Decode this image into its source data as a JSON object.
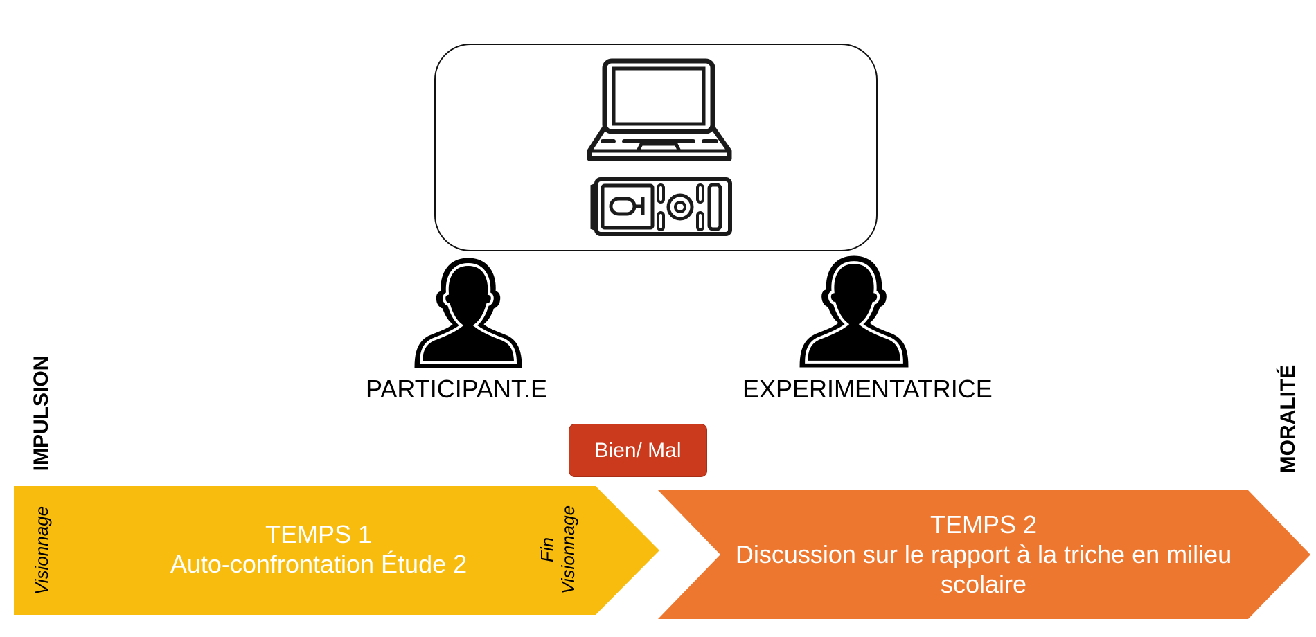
{
  "participants": {
    "left_label": "PARTICIPANT.E",
    "right_label": "EXPERIMENTATRICE"
  },
  "side_labels": {
    "left": "IMPULSION",
    "right": "MORALITÉ"
  },
  "badge": {
    "label": "Bien/ Mal",
    "color": "#cc3a1d"
  },
  "stage1": {
    "title": "TEMPS 1",
    "subtitle": "Auto-confrontation Étude 2",
    "start_label": "Visionnage",
    "end_label_line1": "Fin",
    "end_label_line2": "Visionnage",
    "color": "#f8bc0f"
  },
  "stage2": {
    "title": "TEMPS 2",
    "subtitle_line1": "Discussion sur le rapport à la triche en milieu",
    "subtitle_line2": "scolaire",
    "color": "#ee7730"
  },
  "icons": [
    "laptop-icon",
    "voice-recorder-icon",
    "person-icon"
  ]
}
